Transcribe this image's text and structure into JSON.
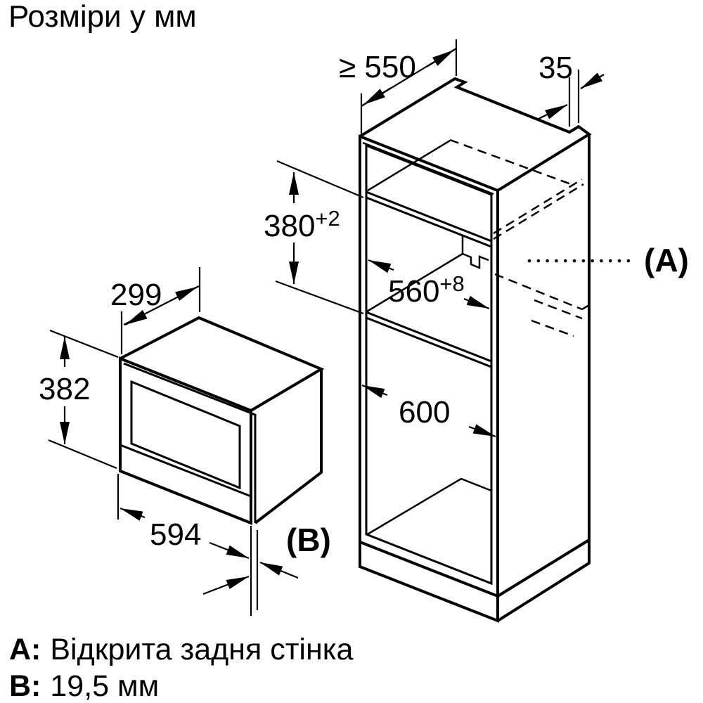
{
  "title": "Розміри у мм",
  "cabinet": {
    "depth_min": "≥ 550",
    "rear_gap": "35",
    "niche_height": "380",
    "niche_height_tol": "+2",
    "niche_width": "560",
    "niche_width_tol": "+8",
    "cabinet_width": "600",
    "callout_a": "(A)"
  },
  "appliance": {
    "depth": "299",
    "height": "382",
    "width": "594",
    "callout_b": "(B)"
  },
  "legend": {
    "a_key": "A:",
    "a_text": "Відкрита задня стінка",
    "b_key": "B:",
    "b_text": "19,5 мм"
  },
  "colors": {
    "line": "#000000",
    "background": "#ffffff"
  }
}
